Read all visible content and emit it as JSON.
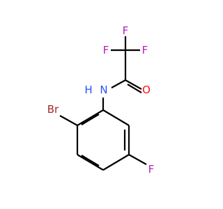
{
  "molecule": {
    "atoms": {
      "F1": "F",
      "F2": "F",
      "F3": "F",
      "O": "O",
      "N": "N",
      "H": "H",
      "Br": "Br",
      "F4": "F"
    },
    "colors": {
      "F": "#b31fb3",
      "O": "#ff0d0d",
      "N": "#3050f8",
      "Br": "#a62929",
      "bond": "#000000"
    }
  }
}
